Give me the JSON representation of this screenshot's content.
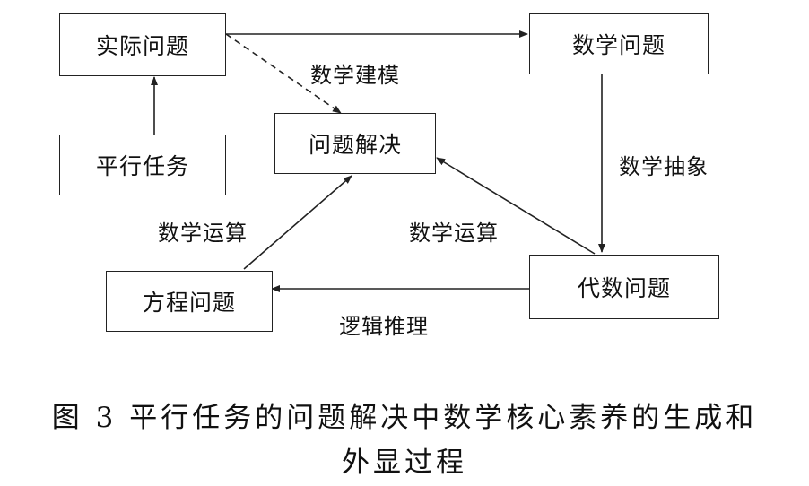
{
  "nodes": {
    "real_problem": "实际问题",
    "math_problem": "数学问题",
    "parallel_task": "平行任务",
    "problem_solving": "问题解决",
    "equation_problem": "方程问题",
    "algebra_problem": "代数问题"
  },
  "edges": {
    "math_modeling": "数学建模",
    "math_abstraction": "数学抽象",
    "math_operation_left": "数学运算",
    "math_operation_right": "数学运算",
    "logical_reasoning": "逻辑推理"
  },
  "caption": {
    "line1": "图 3 平行任务的问题解决中数学核心素养的生成和",
    "line2": "外显过程"
  }
}
